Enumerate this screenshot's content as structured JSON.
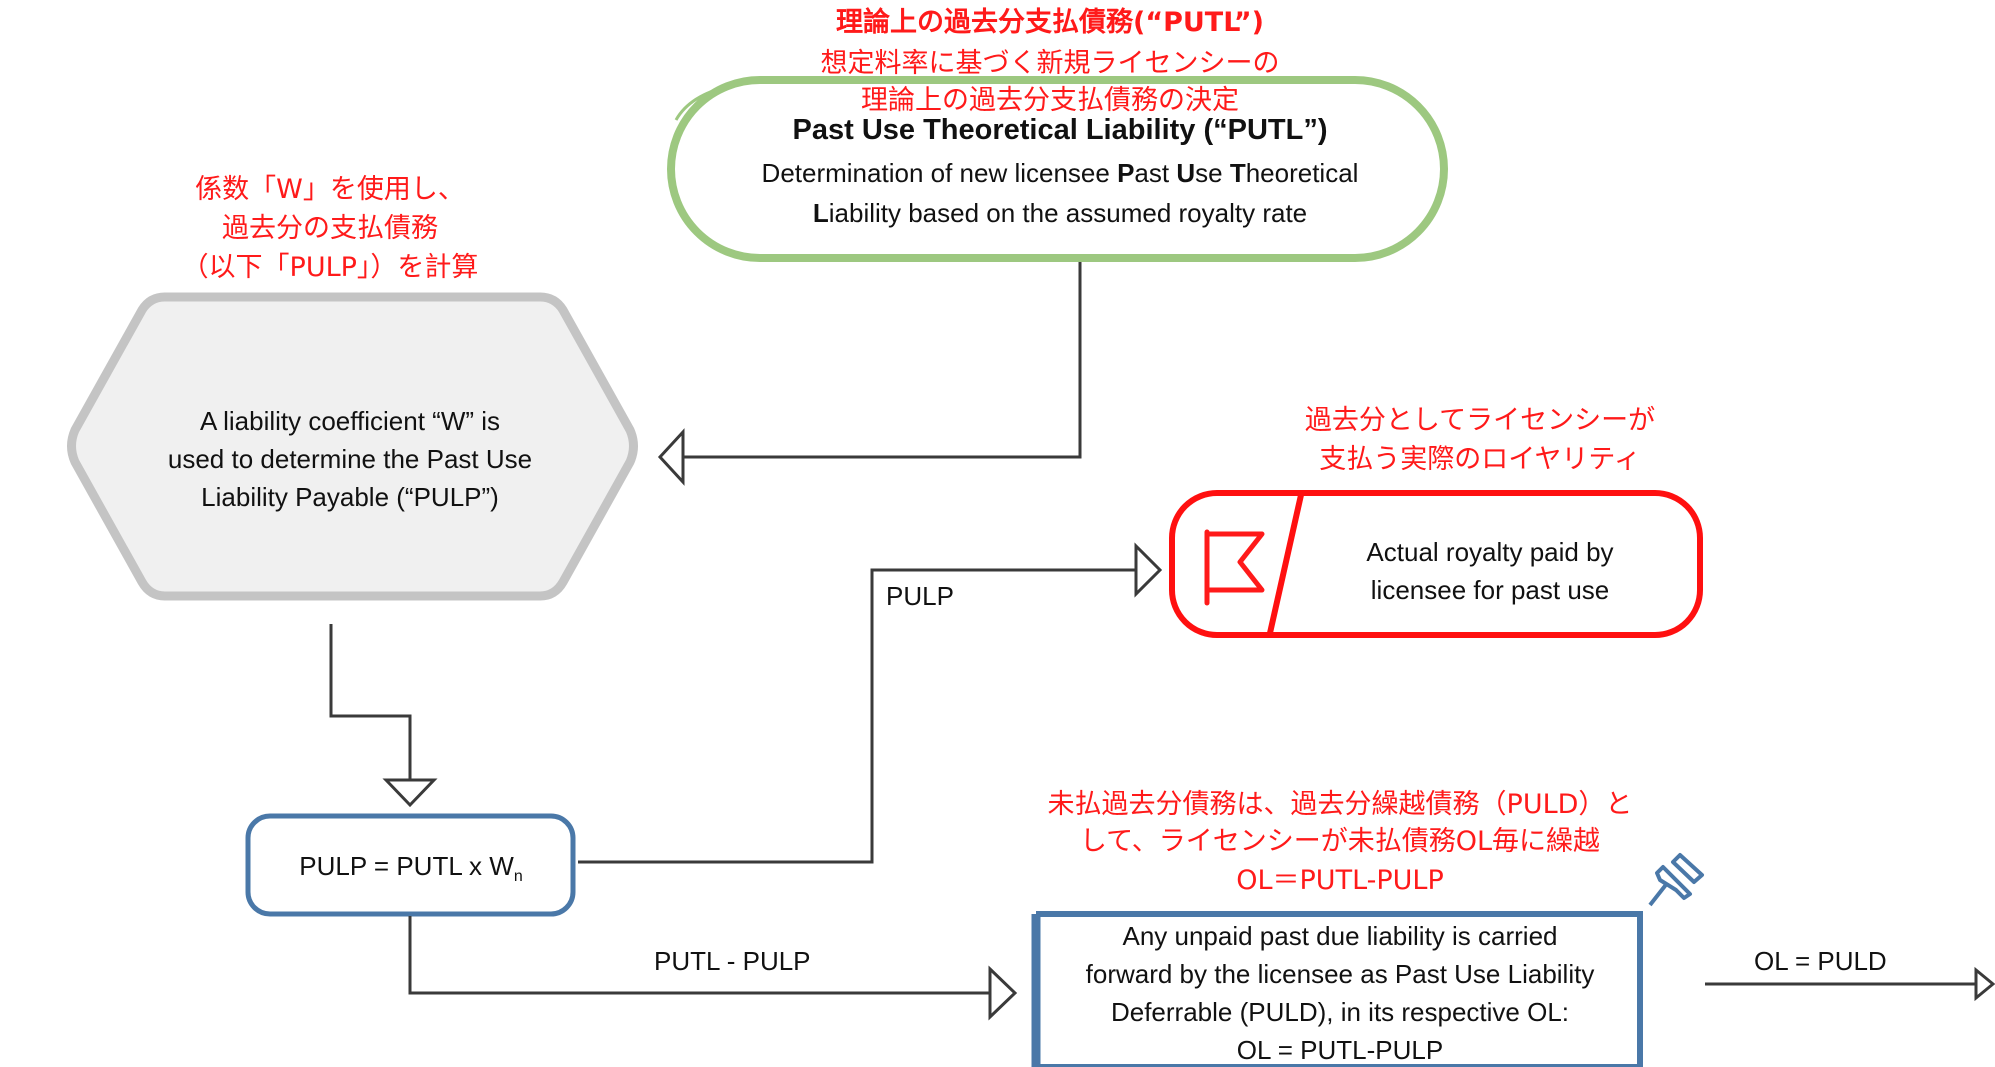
{
  "putl_jp_title": "理論上の過去分支払債務(“PUTL”)",
  "putl_jp_desc_1": "想定料率に基づく新規ライセンシーの",
  "putl_jp_desc_2": "理論上の過去分支払債務の決定",
  "putl_title": "Past Use Theoretical Liability (“PUTL”)",
  "putl_desc_1_a": "Determination of new licensee ",
  "putl_desc_1_b": "P",
  "putl_desc_1_c": "ast ",
  "putl_desc_1_d": "U",
  "putl_desc_1_e": "se ",
  "putl_desc_1_f": "T",
  "putl_desc_1_g": "heoretical",
  "putl_desc_2_a": "L",
  "putl_desc_2_b": "iability based on the assumed royalty rate",
  "w_jp_1": "係数「W」を使用し、",
  "w_jp_2": "過去分の支払債務",
  "w_jp_3": "（以下「PULP」）を計算",
  "w_desc_1": "A liability coefficient “W” is",
  "w_desc_2": "used to determine the Past Use",
  "w_desc_3": "Liability Payable (“PULP”)",
  "royalty_jp_1": "過去分としてライセンシーが",
  "royalty_jp_2": "支払う実際のロイヤリティ",
  "royalty_desc_1": "Actual royalty paid by",
  "royalty_desc_2": "licensee for past use",
  "pulp_edge_label": "PULP",
  "formula_main": "PULP = PUTL x W",
  "formula_sub": "n",
  "putl_minus_pulp_label": "PUTL - PULP",
  "puld_jp_1": "未払過去分債務は、過去分繰越債務（PULD）と",
  "puld_jp_2": "して、ライセンシーが未払債務OL毎に繰越",
  "puld_jp_3": "OL＝PUTL-PULP",
  "puld_desc_1": "Any unpaid past due liability is carried",
  "puld_desc_2": "forward by the licensee as Past Use Liability",
  "puld_desc_3": "Deferrable (PULD), in its respective OL:",
  "puld_desc_4": "OL = PUTL-PULP",
  "ol_edge_label": "OL = PULD",
  "colors": {
    "jp_red": "#ff1a1a",
    "green_border": "#9dc880",
    "gray_border": "#c9c9c9",
    "red_border": "#ff1010",
    "blue_border": "#4a78a8"
  },
  "icons": [
    "flag-icon",
    "pushpin-icon"
  ]
}
